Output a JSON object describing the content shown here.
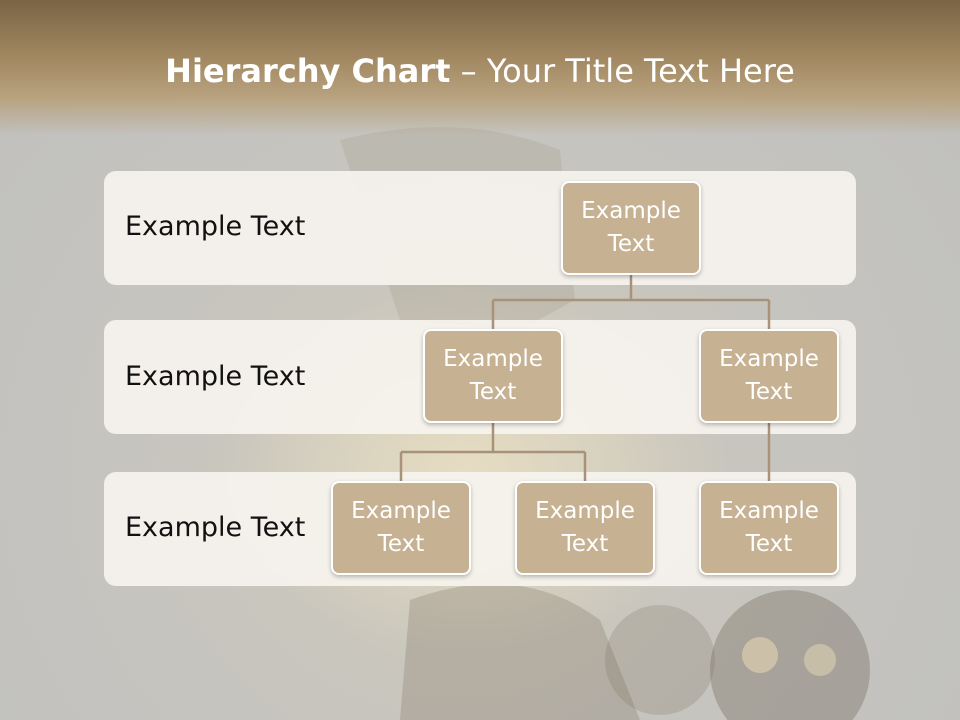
{
  "title": {
    "bold": "Hierarchy Chart",
    "rest": " – Your Title Text Here"
  },
  "rows": [
    {
      "label": "Example Text"
    },
    {
      "label": "Example Text"
    },
    {
      "label": "Example Text"
    }
  ],
  "nodes": {
    "root": "Example Text",
    "level2_left": "Example Text",
    "level2_right": "Example Text",
    "level3_left": "Example Text",
    "level3_middle": "Example Text",
    "level3_right": "Example Text"
  },
  "colors": {
    "title_band": "#7a6444",
    "node_fill": "#c6b193",
    "band_fill": "#f6f3ee",
    "connector": "#a8927a"
  }
}
